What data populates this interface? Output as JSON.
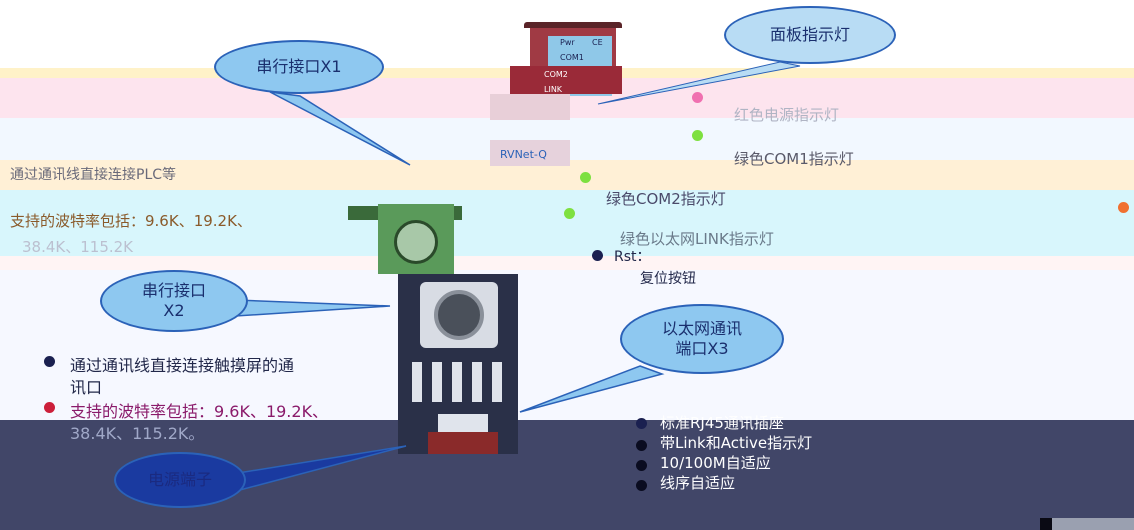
{
  "callouts": {
    "serial_x1": "串行接口X1",
    "panel_lights": "面板指示灯",
    "serial_x2_line1": "串行接口",
    "serial_x2_line2": "X2",
    "ethernet_x3_line1": "以太网通讯",
    "ethernet_x3_line2": "端口X3",
    "power_port": "电源端子"
  },
  "device": {
    "top_labels": [
      "Pwr",
      "COM1",
      "COM2",
      "LINK"
    ],
    "ce_mark": "CE",
    "model_label": "RVNet-Q"
  },
  "x1_section": {
    "line1": "通过通讯线直接连接PLC等",
    "line2": "支持的波特率包括：9.6K、19.2K、",
    "line3": "38.4K、115.2K"
  },
  "x2_section": {
    "bullet1_line1": "通过通讯线直接连接触摸屏的通",
    "bullet1_line2": "讯口",
    "bullet2_line1": "支持的波特率包括：9.6K、19.2K、",
    "bullet2_line2": "38.4K、115.2K。"
  },
  "indicator_section": {
    "pwr_desc": "红色电源指示灯",
    "com1_desc": "绿色COM1指示灯",
    "com2_desc": "绿色COM2指示灯",
    "link_desc": "绿色以太网LINK指示灯",
    "rst_label": "Rst：",
    "rst_desc": "复位按钮"
  },
  "x3_section": {
    "items": [
      "标准RJ45通讯插座",
      "带Link和Active指示灯",
      "10/100M自适应",
      "线序自适应"
    ]
  },
  "colors": {
    "bubble_fill": "#8ec8f0",
    "bubble_border": "#2b62b8",
    "bottom_panel": "#414668",
    "bullet_navy": "#1a2050",
    "bullet_red": "#cc1f3a",
    "led_green": "#7ee040",
    "led_pink": "#f070b0",
    "led_orange": "#f07030"
  }
}
